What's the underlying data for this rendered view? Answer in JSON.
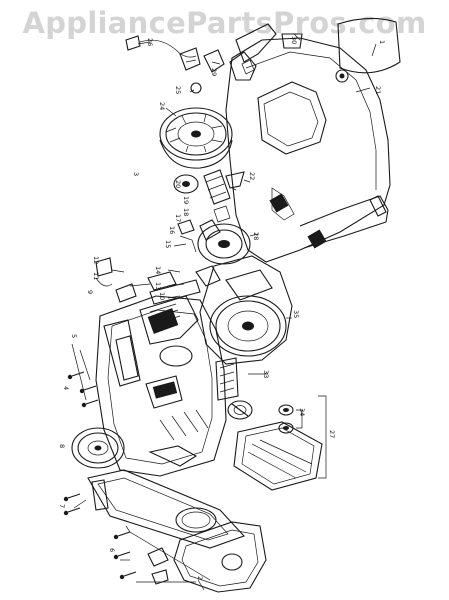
{
  "watermark": "AppliancePartsPros.com",
  "callouts": [
    {
      "id": "c30",
      "text": "30"
    },
    {
      "id": "c1",
      "text": "1"
    },
    {
      "id": "c26",
      "text": "26"
    },
    {
      "id": "c29",
      "text": "29"
    },
    {
      "id": "c25",
      "text": "25"
    },
    {
      "id": "c24",
      "text": "24"
    },
    {
      "id": "c21",
      "text": "21"
    },
    {
      "id": "c3",
      "text": "3"
    },
    {
      "id": "c22",
      "text": "22"
    },
    {
      "id": "c20",
      "text": "20"
    },
    {
      "id": "c19",
      "text": "19"
    },
    {
      "id": "c18",
      "text": "18"
    },
    {
      "id": "c17",
      "text": "17"
    },
    {
      "id": "c16",
      "text": "16"
    },
    {
      "id": "c15",
      "text": "15"
    },
    {
      "id": "c14",
      "text": "14"
    },
    {
      "id": "c13",
      "text": "13"
    },
    {
      "id": "c10",
      "text": "10"
    },
    {
      "id": "c9",
      "text": "9"
    },
    {
      "id": "c5",
      "text": "5"
    },
    {
      "id": "c4",
      "text": "4"
    },
    {
      "id": "c8",
      "text": "8"
    },
    {
      "id": "c7",
      "text": "7"
    },
    {
      "id": "c6",
      "text": "6"
    },
    {
      "id": "c12",
      "text": "12"
    },
    {
      "id": "c11",
      "text": "11"
    },
    {
      "id": "c33",
      "text": "33"
    },
    {
      "id": "c34",
      "text": "34"
    },
    {
      "id": "c35",
      "text": "35"
    },
    {
      "id": "c27",
      "text": "27"
    },
    {
      "id": "c2",
      "text": "2"
    },
    {
      "id": "c28",
      "text": "28"
    }
  ]
}
